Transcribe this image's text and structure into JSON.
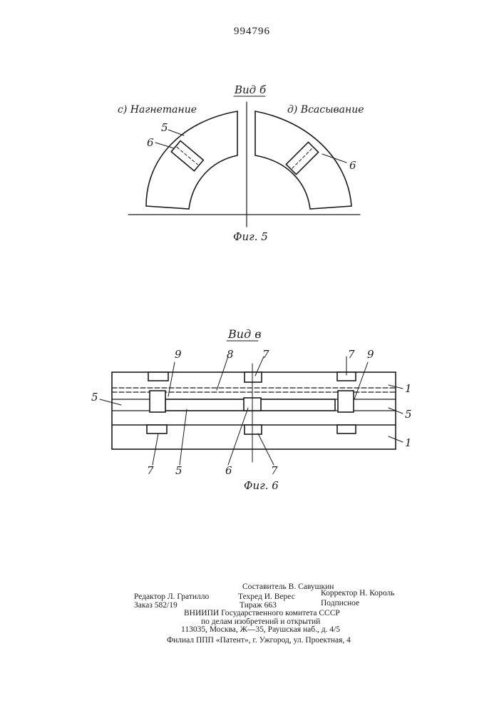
{
  "patent_number": "994796",
  "fig5": {
    "view_title": "Вид б",
    "left_caption": "с) Нагнетание",
    "right_caption": "д) Всасывание",
    "labels": {
      "part5": "5",
      "part6_left": "6",
      "part6_right": "6"
    },
    "caption": "Фиг. 5"
  },
  "fig6": {
    "view_title": "Вид в",
    "labels": {
      "top_9_left": "9",
      "top_8": "8",
      "top_7_mid": "7",
      "top_7_right": "7",
      "top_9_right": "9",
      "left_5": "5",
      "right_1_top": "1",
      "right_5": "5",
      "right_1_bottom": "1",
      "bottom_7_left": "7",
      "bottom_5": "5",
      "bottom_6": "6",
      "bottom_7_right": "7"
    },
    "caption": "Фиг. 6"
  },
  "imprint": {
    "compiler": "Составитель В. Савушкин",
    "editor": "Редактор Л. Гратилло",
    "techred": "Техред И. Верес",
    "corrector": "Корректор Н. Король",
    "order": "Заказ 582/19",
    "circulation": "Тираж 663",
    "subscription": "Подписное",
    "org_line1": "ВНИИПИ Государственного комитета СССР",
    "org_line2": "по делам изобретений и открытий",
    "address": "113035, Москва, Ж—35, Раушская наб., д. 4/5",
    "branch": "Филиал ППП «Патент», г. Ужгород, ул. Проектная, 4"
  }
}
